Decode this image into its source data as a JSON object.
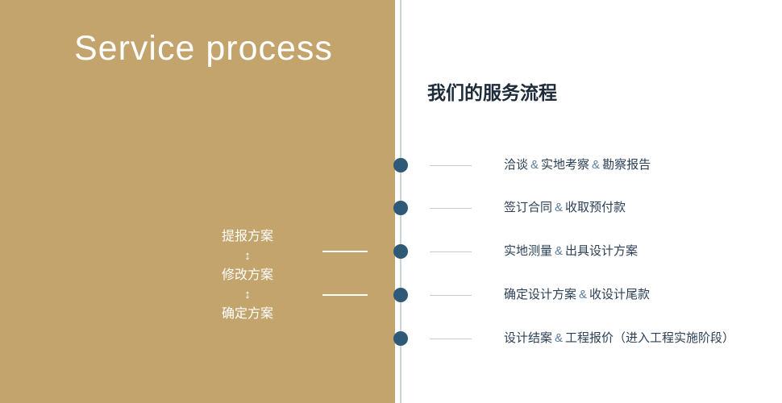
{
  "left_panel": {
    "title": "Service process",
    "flow": {
      "items": [
        "提报方案",
        "修改方案",
        "确定方案"
      ],
      "arrow": "↕"
    }
  },
  "right_panel": {
    "heading": "我们的服务流程",
    "separator": "&",
    "steps": [
      {
        "parts": [
          "洽谈",
          "实地考察",
          "勘察报告"
        ]
      },
      {
        "parts": [
          "签订合同",
          "收取预付款"
        ]
      },
      {
        "parts": [
          "实地测量",
          "出具设计方案"
        ]
      },
      {
        "parts": [
          "确定设计方案",
          "收设计尾款"
        ]
      },
      {
        "parts": [
          "设计结案",
          "工程报价（进入工程实施阶段）"
        ]
      }
    ]
  },
  "colors": {
    "panel_gold": "#c2a46c",
    "dot_blue": "#2e5a78",
    "text_dark": "#2b3f55",
    "amp_blue": "#5b7da0"
  }
}
